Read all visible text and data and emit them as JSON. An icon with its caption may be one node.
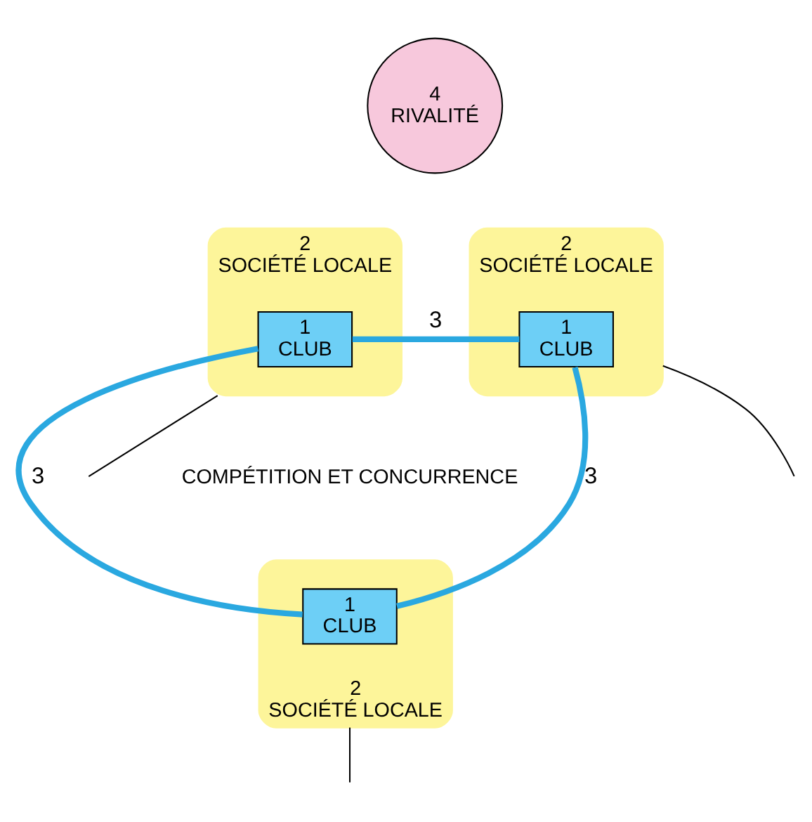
{
  "diagram": {
    "nodes": [
      {
        "text": [
          "4",
          "RIVALITÉ"
        ]
      },
      {
        "text": [
          "2",
          "SOCIÉTÉ LOCALE"
        ]
      },
      {
        "text": [
          "1",
          "CLUB"
        ],
        "in": 1
      },
      {
        "text": [
          "2",
          "SOCIÉTÉ LOCALE"
        ]
      },
      {
        "text": [
          "1",
          "CLUB"
        ],
        "in": 3
      },
      {
        "text": [
          "2",
          "SOCIÉTÉ LOCALE"
        ]
      },
      {
        "text": [
          "1",
          "CLUB"
        ],
        "in": 5
      }
    ],
    "edges": [
      {
        "from": 2,
        "to": 4,
        "arrow": "none",
        "label": "3",
        "style": "thick",
        "color": "#2aa8e0"
      },
      {
        "from": 2,
        "to": 6,
        "arrow": "none",
        "label": "3",
        "style": "thick",
        "color": "#2aa8e0"
      },
      {
        "from": 4,
        "to": 6,
        "arrow": "none",
        "label": "3",
        "style": "thick",
        "color": "#2aa8e0"
      },
      {
        "from": 1,
        "to": null,
        "arrow": "none",
        "color": "#000000"
      },
      {
        "from": 3,
        "to": null,
        "arrow": "none",
        "color": "#000000"
      },
      {
        "from": 5,
        "to": null,
        "arrow": "none",
        "color": "#000000"
      }
    ],
    "labels": [
      "COMPÉTITION ET CONCURRENCE"
    ]
  }
}
